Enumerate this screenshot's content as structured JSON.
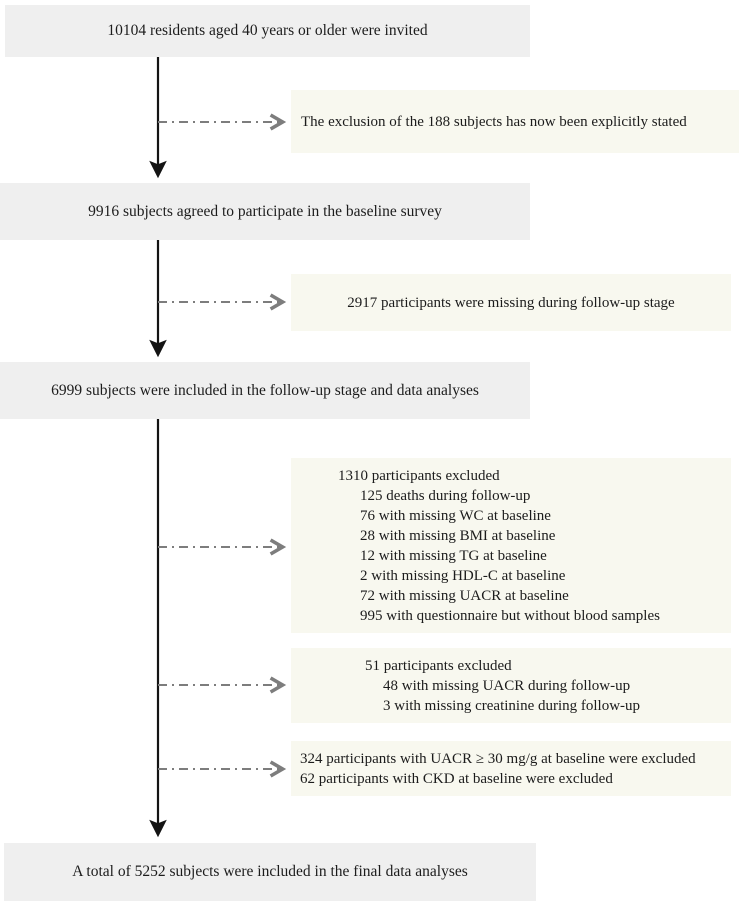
{
  "figure": {
    "type": "study-flow-diagram"
  },
  "flow_boxes": {
    "invited": "10104 residents aged 40 years or older were invited",
    "baseline": "9916 subjects agreed to participate in the baseline survey",
    "followup": "6999 subjects were included in the follow-up stage and data analyses",
    "final": "A total of 5252 subjects were included in the final data analyses"
  },
  "side_boxes": {
    "exclusion_note": "The exclusion of the 188 subjects has now been explicitly stated",
    "missing_followup": "2917 participants were missing during follow-up stage",
    "excluded_1310": {
      "header": "1310 participants excluded",
      "items": [
        "125 deaths during follow-up",
        "76 with missing WC at baseline",
        "28 with missing BMI at baseline",
        "12 with missing TG at baseline",
        "2 with missing HDL-C at baseline",
        "72 with missing UACR at baseline",
        "995 with questionnaire but without blood samples"
      ]
    },
    "excluded_51": {
      "header": "51 participants excluded",
      "items": [
        "48 with missing UACR during follow-up",
        "3 with missing creatinine during follow-up"
      ]
    },
    "excluded_uacr_ckd": {
      "lines": [
        "324 participants with UACR ≥ 30 mg/g at baseline were excluded",
        "62 participants with CKD at baseline were excluded"
      ]
    }
  },
  "colors": {
    "main_box_bg": "#efefef",
    "side_box_bg": "#f8f8ef",
    "solid_arrow": "#141414",
    "dashed_arrow": "#7d7d7d",
    "text": "#1c1c1c"
  }
}
